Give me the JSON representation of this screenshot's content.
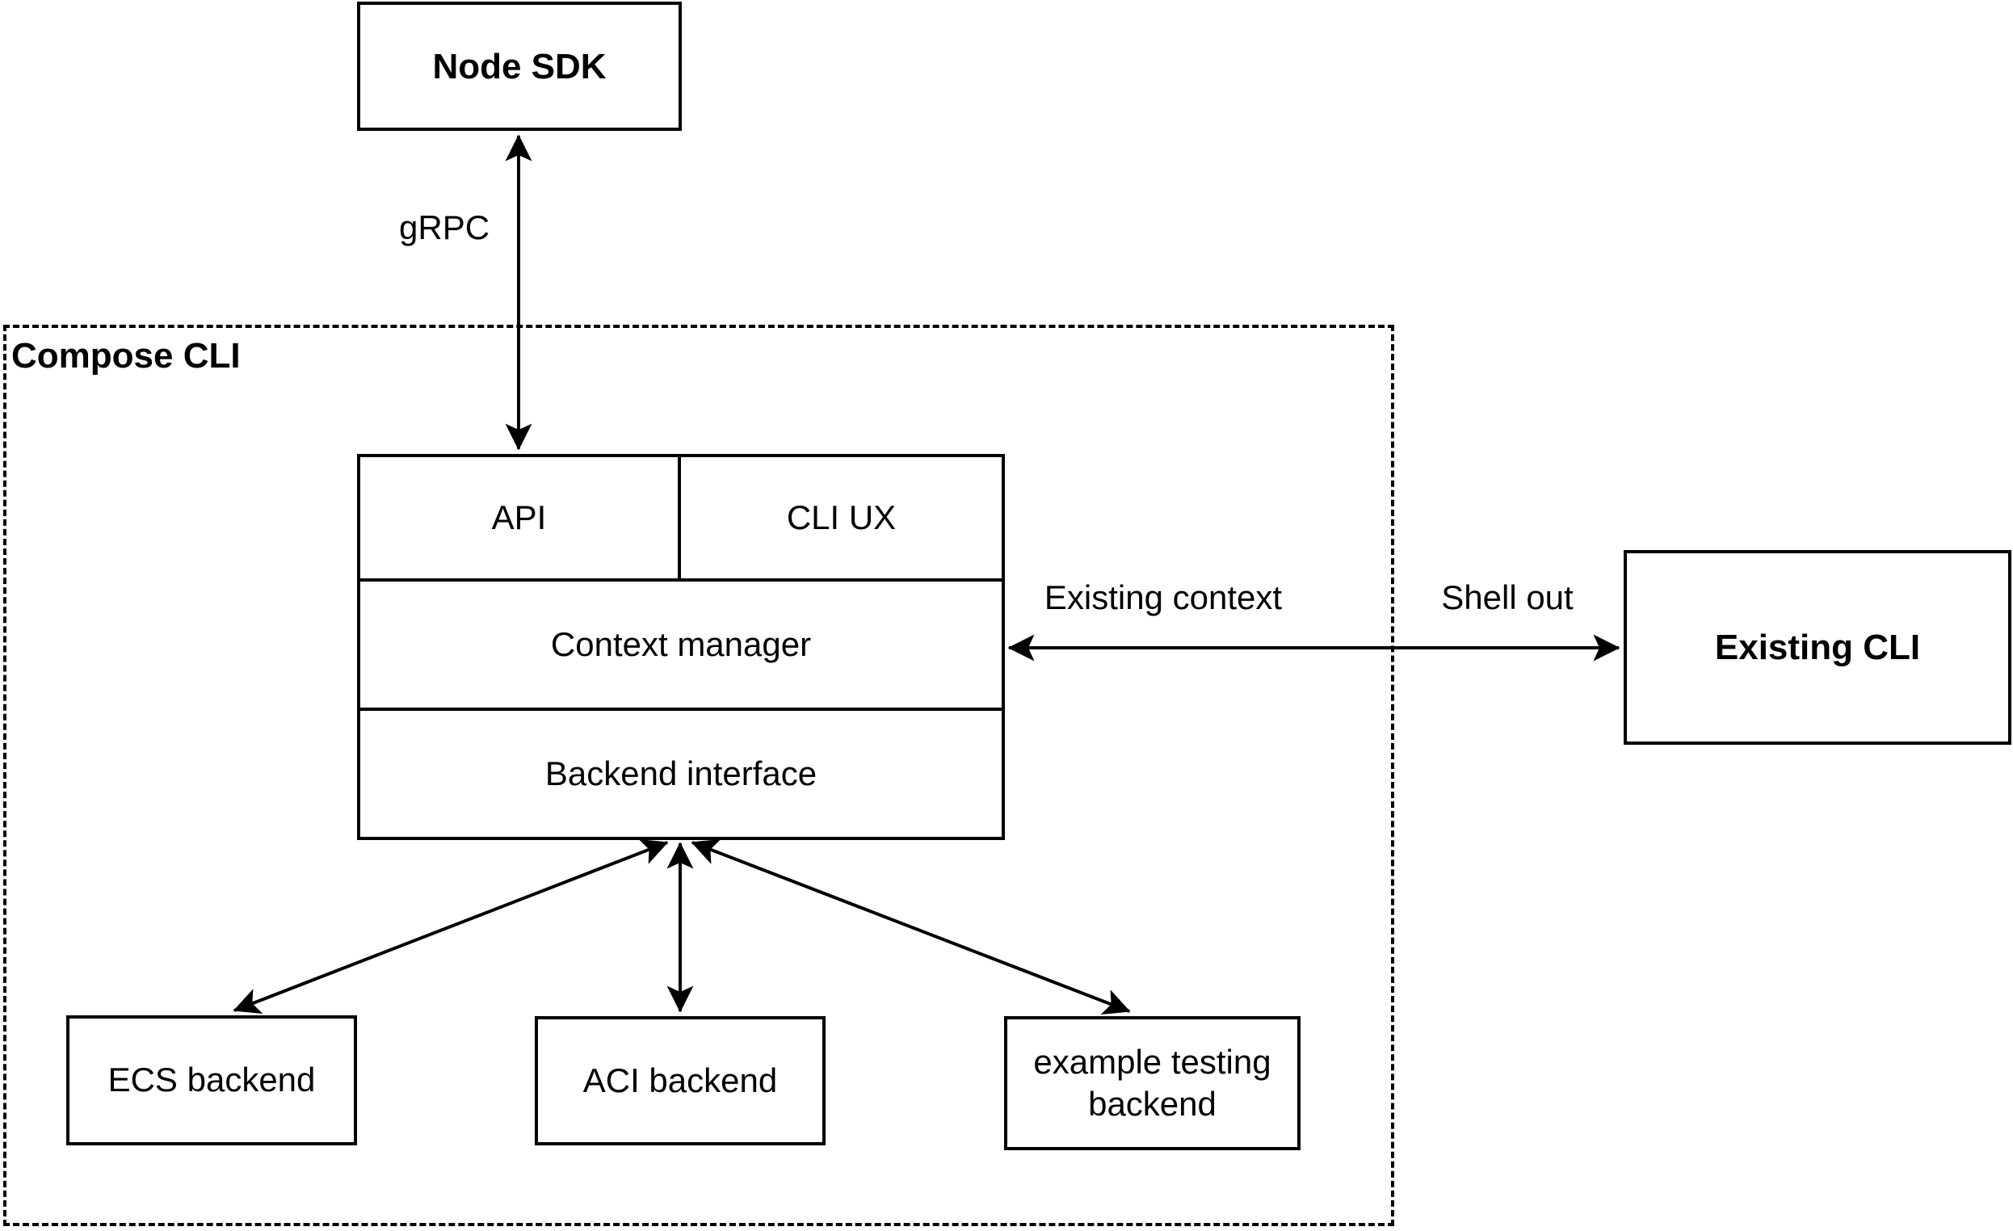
{
  "diagram": {
    "container": {
      "label": "Compose CLI"
    },
    "nodes": {
      "node_sdk": "Node SDK",
      "api": "API",
      "cli_ux": "CLI UX",
      "context_manager": "Context manager",
      "backend_interface": "Backend interface",
      "existing_cli": "Existing CLI",
      "ecs_backend": "ECS backend",
      "aci_backend": "ACI backend",
      "example_testing_backend": "example testing backend"
    },
    "edge_labels": {
      "grpc": "gRPC",
      "existing_context": "Existing context",
      "shell_out": "Shell out"
    },
    "colors": {
      "stroke": "#000000",
      "fill": "#ffffff",
      "text": "#000000"
    }
  }
}
